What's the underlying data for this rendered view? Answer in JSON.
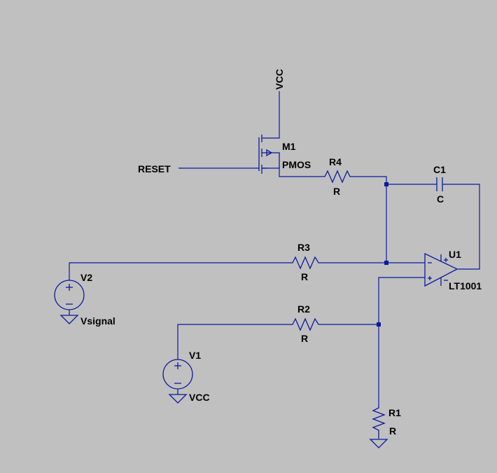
{
  "schematic": {
    "net_vcc_top": "VCC",
    "net_reset": "RESET",
    "m1": {
      "name": "M1",
      "model": "PMOS"
    },
    "r4": {
      "name": "R4",
      "value": "R"
    },
    "c1": {
      "name": "C1",
      "value": "C"
    },
    "r3": {
      "name": "R3",
      "value": "R"
    },
    "u1": {
      "name": "U1",
      "model": "LT1001"
    },
    "v2": {
      "name": "V2",
      "value": "Vsignal"
    },
    "r2": {
      "name": "R2",
      "value": "R"
    },
    "v1": {
      "name": "V1",
      "value": "VCC"
    },
    "r1": {
      "name": "R1",
      "value": "R"
    },
    "colors": {
      "background": "#c0c0c0",
      "wire": "#0b1a9e",
      "text": "#000000"
    }
  }
}
